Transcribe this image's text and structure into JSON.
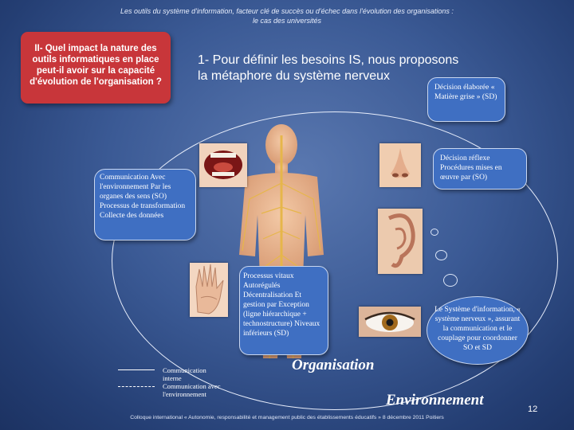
{
  "header": {
    "line1": "Les outils du système d'information, facteur clé de succès ou d'échec dans l'évolution des organisations :",
    "line2": "le cas des universités"
  },
  "question_box": {
    "text": "II- Quel impact la nature des outils informatiques en place peut-il avoir sur la capacité d'évolution de l'organisation ?",
    "color": "#c8363a"
  },
  "main_title": {
    "line1": "1- Pour définir les besoins IS, nous proposons",
    "line2": "la métaphore du système nerveux"
  },
  "bubbles": {
    "decision_elaboree": "Décision élaborée « Matière grise » (SD)",
    "decision_reflexe": "Décision réflexe Procédures mises en œuvre par (SO)",
    "communication": "Communication Avec l'environnement Par les organes des sens (SO) Processus de transformation Collecte des données",
    "processus_vitaux": "Processus vitaux Autorégulés Décentralisation Et gestion par Exception (ligne hiérarchique + technostructure) Niveaux inférieurs (SD)",
    "systeme_info": "Le Système d'information, « système nerveux », assurant la communication et le couplage pour coordonner SO et SD"
  },
  "labels": {
    "organisation": "Organisation",
    "environnement": "Environnement"
  },
  "legend": {
    "solid_label": "Communication interne",
    "dashed_label": "Communication avec l'environnement"
  },
  "footer": "Colloque international « Autonomie, responsabilité et management public des établissements éducatifs » 8 décembre 2011 Poitiers",
  "page_number": "12",
  "colors": {
    "background": "#3b5a95",
    "bubble": "#3f6fc2",
    "accent_red": "#c8363a"
  },
  "images": [
    "mouth-image",
    "nose-image",
    "ear-image",
    "eye-image",
    "hand-image",
    "nervous-system-image"
  ]
}
